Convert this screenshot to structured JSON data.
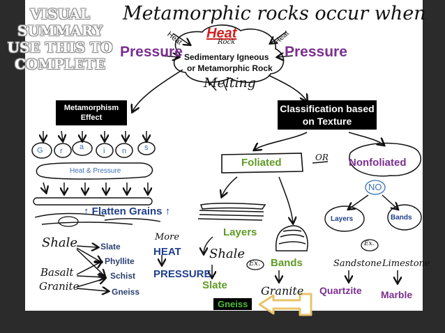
{
  "side_title": {
    "line1": "VISUAL",
    "line2": "SUMMARY",
    "line3": "USE THIS TO",
    "line4": "COMPLETE"
  },
  "header": {
    "handwritten": "Metamorphic rocks occur when",
    "heat_top": "Heat",
    "heat_arrow_left": "Heat",
    "heat_arrow_right": "Heat",
    "pressure_left": "Pressure",
    "pressure_right": "Pressure",
    "rock_note": "Rock",
    "rock_label_line1": "Sedimentary Igneous",
    "rock_label_line2": "or Metamorphic Rock",
    "melting": "Melting"
  },
  "left_panel": {
    "effect_box": "Metamorphism Effect",
    "grains_letters": [
      "G",
      "r",
      "a",
      "i",
      "n",
      "s"
    ],
    "heat_pressure": "Heat & Pressure",
    "flatten": "↑ Flatten Grains ↑",
    "parent_rocks": [
      "Shale",
      "Basalt",
      "Granite"
    ],
    "products": [
      "Slate",
      "Phyllite",
      "Schist",
      "Gneiss"
    ],
    "more": "More",
    "heat": "HEAT",
    "pressure": "PRESSURE"
  },
  "classification": {
    "box": "Classification based on Texture",
    "foliated": "Foliated",
    "or": "OR",
    "nonfoliated": "Nonfoliated",
    "no": "NO",
    "layers_small": "Layers",
    "bands_small": "Bands",
    "layers": "Layers",
    "bands": "Bands",
    "shale": "Shale",
    "ex": "Ex.",
    "slate": "Slate",
    "granite": "Granite",
    "gneiss": "Gneiss",
    "sandstone": "Sandstone",
    "limestone": "Limestone",
    "quartzite": "Quartzite",
    "marble": "Marble"
  },
  "colors": {
    "purple": "#7a2f8f",
    "green": "#5f9a25",
    "red": "#d32020",
    "blue": "#3a6fb5",
    "navy": "#1f3f8a",
    "gold_arrow": "#e8c36a",
    "background": "#2b2b2b"
  }
}
